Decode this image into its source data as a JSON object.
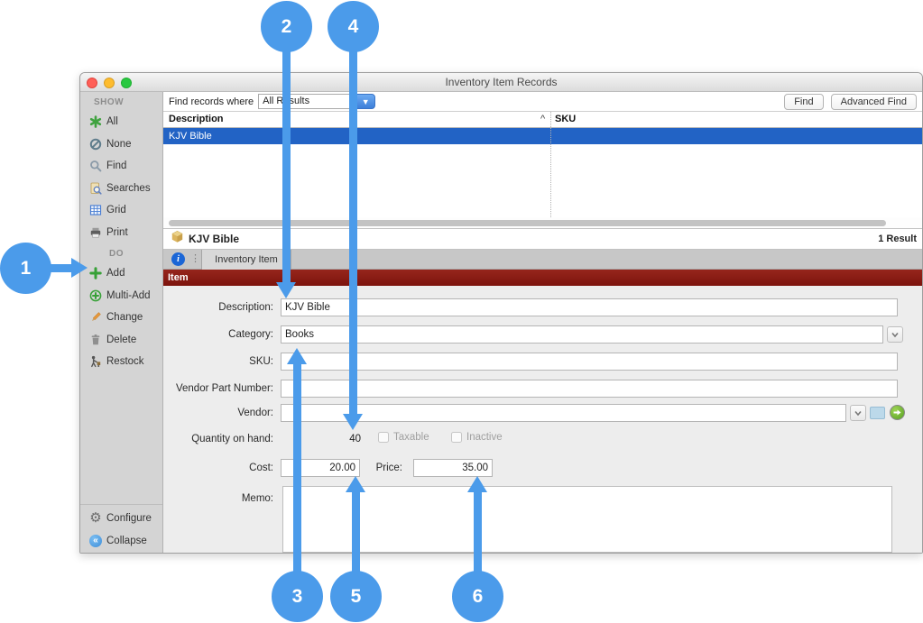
{
  "window_title": "Inventory Item Records",
  "sidebar": {
    "show_header": "SHOW",
    "do_header": "DO",
    "show_items": [
      {
        "label": "All",
        "icon": "asterisk-icon"
      },
      {
        "label": "None",
        "icon": "slash-circle-icon"
      },
      {
        "label": "Find",
        "icon": "magnifier-icon"
      },
      {
        "label": "Searches",
        "icon": "saved-search-icon"
      },
      {
        "label": "Grid",
        "icon": "grid-icon"
      },
      {
        "label": "Print",
        "icon": "printer-icon"
      }
    ],
    "do_items": [
      {
        "label": "Add",
        "icon": "plus-icon"
      },
      {
        "label": "Multi-Add",
        "icon": "circle-plus-icon"
      },
      {
        "label": "Change",
        "icon": "pencil-icon"
      },
      {
        "label": "Delete",
        "icon": "trash-icon"
      },
      {
        "label": "Restock",
        "icon": "restock-icon"
      }
    ],
    "footer_items": [
      {
        "label": "Configure",
        "icon": "gear-icon"
      },
      {
        "label": "Collapse",
        "icon": "collapse-icon"
      }
    ]
  },
  "findbar": {
    "label": "Find records where",
    "dropdown_value": "All Results",
    "find_button": "Find",
    "advanced_find_button": "Advanced Find"
  },
  "table": {
    "col_description": "Description",
    "sort_indicator": "^",
    "col_sku": "SKU",
    "selected_row": {
      "description": "KJV Bible",
      "sku": ""
    }
  },
  "record_summary": {
    "title": "KJV Bible",
    "result_count": "1 Result"
  },
  "tab": {
    "label": "Inventory Item"
  },
  "item_section": {
    "header": "Item"
  },
  "form": {
    "description": {
      "label": "Description:",
      "value": "KJV Bible"
    },
    "category": {
      "label": "Category:",
      "value": "Books"
    },
    "sku": {
      "label": "SKU:",
      "value": ""
    },
    "vendor_part_number": {
      "label": "Vendor Part Number:",
      "value": ""
    },
    "vendor": {
      "label": "Vendor:",
      "value": ""
    },
    "quantity": {
      "label": "Quantity on hand:",
      "value": "40"
    },
    "taxable": {
      "label": "Taxable",
      "checked": false
    },
    "inactive": {
      "label": "Inactive",
      "checked": false
    },
    "cost": {
      "label": "Cost:",
      "value": "20.00"
    },
    "price": {
      "label": "Price:",
      "value": "35.00"
    },
    "memo": {
      "label": "Memo:",
      "value": ""
    }
  },
  "callouts": {
    "labels": [
      "1",
      "2",
      "3",
      "4",
      "5",
      "6"
    ]
  },
  "colors": {
    "accent_blue": "#4b9bea",
    "selection_blue": "#2263c5",
    "item_band_red": "#7d140d"
  }
}
